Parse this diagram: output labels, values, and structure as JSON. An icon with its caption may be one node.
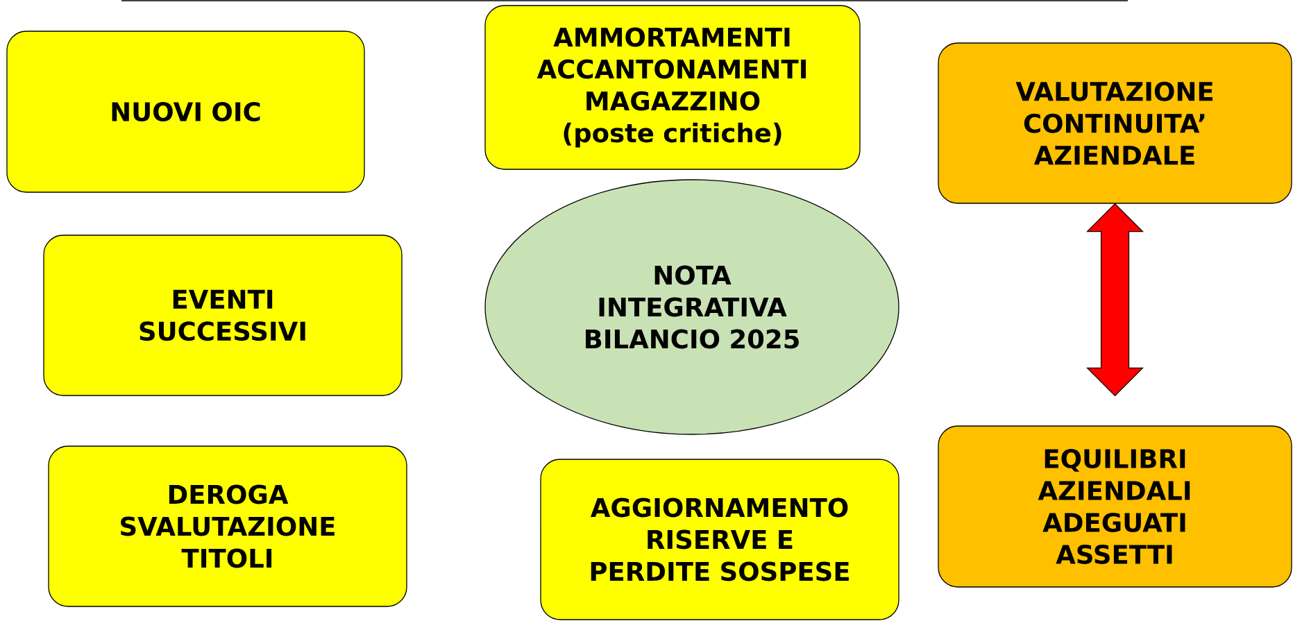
{
  "diagram": {
    "nodes": [
      {
        "text": [
          "NUOVI OIC"
        ]
      },
      {
        "text": [
          "AMMORTAMENTI ACCANTONAMENTI MAGAZZINO (poste critiche)"
        ]
      },
      {
        "text": [
          "VALUTAZIONE CONTINUITA’ AZIENDALE"
        ]
      },
      {
        "text": [
          "EVENTI SUCCESSIVI"
        ]
      },
      {
        "text": [
          "NOTA INTEGRATIVA BILANCIO 2025"
        ]
      },
      {
        "text": [
          "DEROGA SVALUTAZIONE TITOLI"
        ]
      },
      {
        "text": [
          "AGGIORNAMENTO RISERVE E PERDITE SOSPESE"
        ]
      },
      {
        "text": [
          "EQUILIBRI AZIENDALI ADEGUATI ASSETTI"
        ]
      }
    ],
    "edges": [
      {
        "from": 2,
        "to": 7,
        "arrow": "both",
        "style": "thick",
        "color": "#ff0000"
      }
    ]
  }
}
